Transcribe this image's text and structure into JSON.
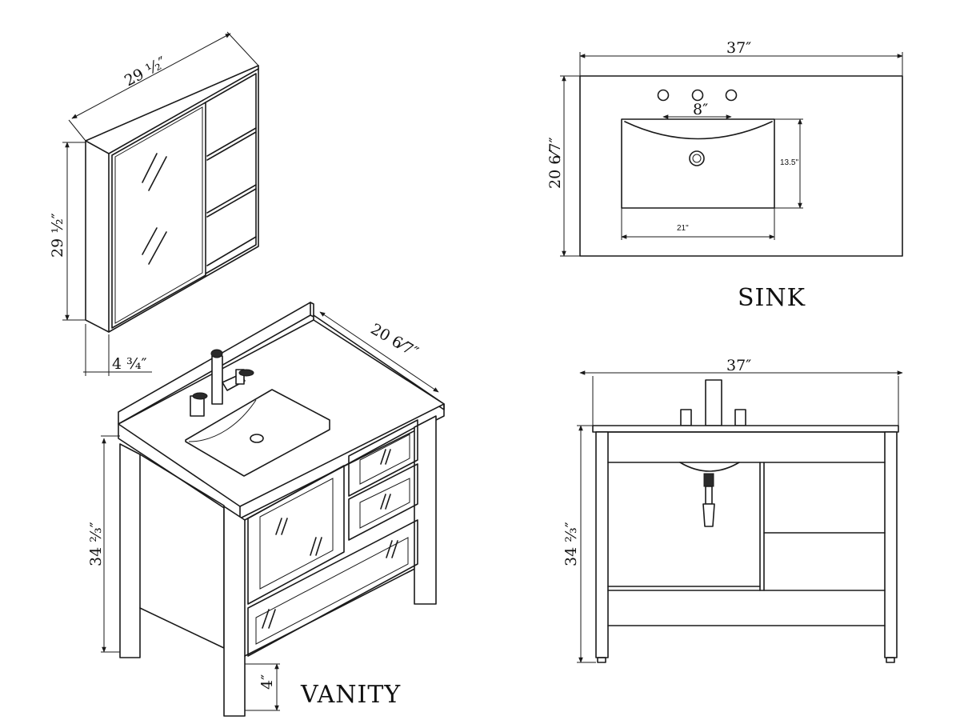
{
  "cabinet": {
    "width_label": "29 ½″",
    "height_label": "29 ½″",
    "depth_label": "4 ¾″"
  },
  "vanity": {
    "depth_label": "20 6⁄7″",
    "height_label": "34 ⅔″",
    "leg_label": "4″",
    "title": "VANITY"
  },
  "sink": {
    "width_label": "37″",
    "depth_label": "20 6⁄7″",
    "faucet_spacing_label": "8″",
    "basin_depth_label": "13.5\"",
    "basin_width_label": "21\"",
    "title": "SINK"
  },
  "front": {
    "width_label": "37″",
    "height_label": "34 ⅔″"
  }
}
